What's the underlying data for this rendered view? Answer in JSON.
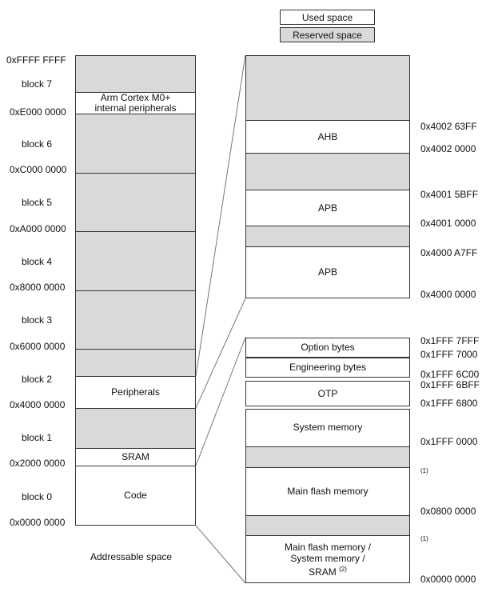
{
  "legend": {
    "used": "Used space",
    "reserved": "Reserved space"
  },
  "left": {
    "blocks": [
      "block 7",
      "block 6",
      "block 5",
      "block 4",
      "block 3",
      "block 2",
      "block 1",
      "block 0"
    ],
    "addresses": [
      "0xFFFF FFFF",
      "0xE000 0000",
      "0xC000 0000",
      "0xA000 0000",
      "0x8000 0000",
      "0x6000 0000",
      "0x4000 0000",
      "0x2000 0000",
      "0x0000 0000"
    ],
    "regions": {
      "cortex_line1": "Arm Cortex M0+",
      "cortex_line2": "internal peripherals",
      "peripherals": "Peripherals",
      "sram": "SRAM",
      "code": "Code"
    },
    "caption": "Addressable space"
  },
  "top_right": {
    "regions": {
      "ahb": "AHB",
      "apb1": "APB",
      "apb2": "APB"
    },
    "addresses": [
      "0x4002 63FF",
      "0x4002 0000",
      "0x4001 5BFF",
      "0x4001 0000",
      "0x4000 A7FF",
      "0x4000 0000"
    ]
  },
  "bottom_right": {
    "regions": {
      "option_bytes": "Option bytes",
      "engineering_bytes": "Engineering bytes",
      "otp": "OTP",
      "system_memory": "System memory",
      "main_flash": "Main flash memory",
      "alias_line1": "Main flash memory /",
      "alias_line2": "System memory /",
      "alias_line3": "SRAM",
      "alias_note": "(2)"
    },
    "addresses": [
      "0x1FFF 7FFF",
      "0x1FFF 7000",
      "0x1FFF 6C00",
      "0x1FFF 6BFF",
      "0x1FFF 6800",
      "0x1FFF 0000",
      "0x0800 0000",
      "0x0000 0000"
    ],
    "notes": [
      "(1)",
      "(1)"
    ]
  }
}
